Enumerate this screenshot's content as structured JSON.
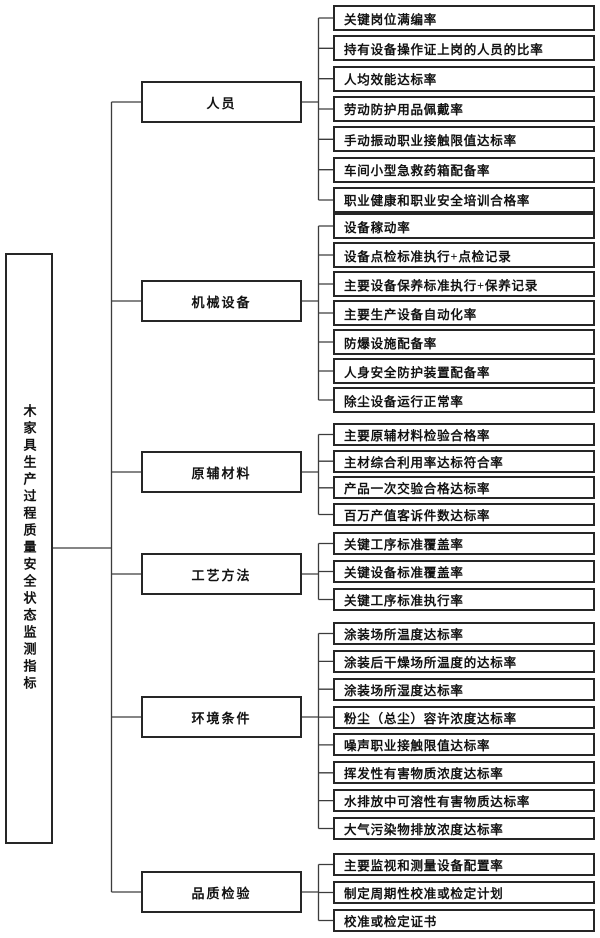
{
  "diagram": {
    "root": {
      "label": "木家具生产过程质量安全状态监测指标"
    },
    "categories": [
      {
        "label": "人员",
        "leaves": [
          "关键岗位满编率",
          "持有设备操作证上岗的人员的比率",
          "人均效能达标率",
          "劳动防护用品佩戴率",
          "手动振动职业接触限值达标率",
          "车间小型急救药箱配备率",
          "职业健康和职业安全培训合格率"
        ]
      },
      {
        "label": "机械设备",
        "leaves": [
          "设备稼动率",
          "设备点检标准执行+点检记录",
          "主要设备保养标准执行+保养记录",
          "主要生产设备自动化率",
          "防爆设施配备率",
          "人身安全防护装置配备率",
          "除尘设备运行正常率"
        ]
      },
      {
        "label": "原辅材料",
        "leaves": [
          "主要原辅材料检验合格率",
          "主材综合利用率达标符合率",
          "产品一次交验合格达标率",
          "百万产值客诉件数达标率"
        ]
      },
      {
        "label": "工艺方法",
        "leaves": [
          "关键工序标准覆盖率",
          "关键设备标准覆盖率",
          "关键工序标准执行率"
        ]
      },
      {
        "label": "环境条件",
        "leaves": [
          "涂装场所温度达标率",
          "涂装后干燥场所温度的达标率",
          "涂装场所湿度达标率",
          "粉尘（总尘）容许浓度达标率",
          "噪声职业接触限值达标率",
          "挥发性有害物质浓度达标率",
          "水排放中可溶性有害物质达标率",
          "大气污染物排放浓度达标率"
        ]
      },
      {
        "label": "品质检验",
        "leaves": [
          "主要监视和测量设备配置率",
          "制定周期性校准或检定计划",
          "校准或检定证书"
        ]
      }
    ],
    "colors": {
      "line": "#3c3c3c",
      "border": "#262626",
      "text": "#111111",
      "background": "#ffffff"
    }
  }
}
